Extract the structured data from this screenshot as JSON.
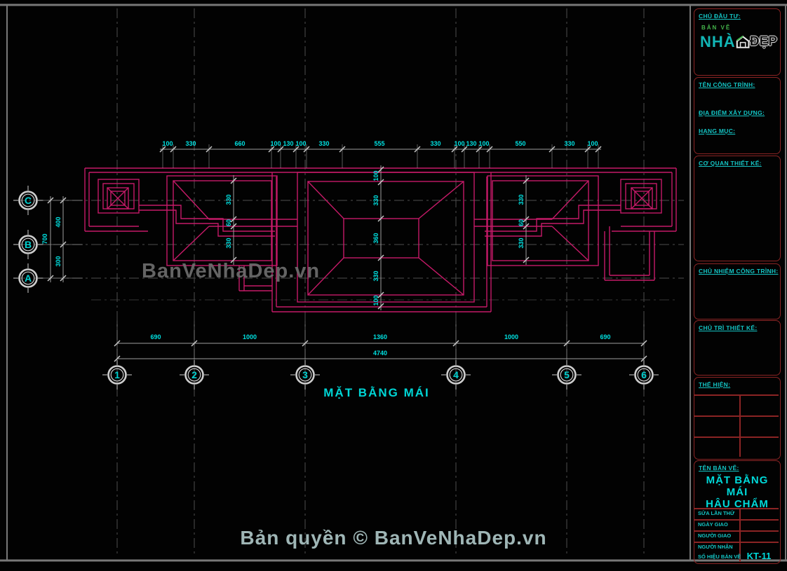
{
  "page": {
    "watermark": "BanVeNhaDep.vn",
    "copyright": "Bản quyền © BanVeNhaDep.vn"
  },
  "plan": {
    "title": "MẶT BẰNG MÁI",
    "grid_rows": [
      "C",
      "B",
      "A"
    ],
    "grid_cols": [
      "1",
      "2",
      "3",
      "4",
      "5",
      "6"
    ],
    "dims": {
      "top": [
        "100",
        "330",
        "660",
        "100",
        "130",
        "100",
        "330",
        "555",
        "330",
        "100",
        "130",
        "100",
        "550",
        "330",
        "100"
      ],
      "left_total": "700",
      "left_upper": "400",
      "left_lower": "300",
      "wing_left": [
        "330",
        "60",
        "330"
      ],
      "center": [
        "100",
        "330",
        "360",
        "330",
        "100"
      ],
      "wing_right": [
        "330",
        "60",
        "330"
      ],
      "bottom": [
        "690",
        "1000",
        "1360",
        "1000",
        "690"
      ],
      "bottom_total": "4740"
    }
  },
  "titleblock": {
    "investor_label": "CHỦ ĐẦU TƯ:",
    "logo": {
      "top": "BẢN VẼ",
      "name": "NHÀ",
      "suffix": "ĐẸP"
    },
    "project_name_label": "TÊN CÔNG TRÌNH:",
    "location_label": "ĐỊA ĐIỂM XÂY DỰNG:",
    "category_label": "HẠNG MỤC:",
    "design_firm_label": "CƠ QUAN THIẾT KẾ:",
    "project_manager_label": "CHỦ NHIỆM CÔNG TRÌNH:",
    "design_lead_label": "CHỦ TRÌ THIẾT KẾ:",
    "presentation_label": "THỂ HIỆN:",
    "drawing_title_label": "TÊN BẢN VẼ:",
    "drawing_title_line1": "MẶT BẰNG MÁI",
    "drawing_title_line2": "HẬU CHẨM",
    "revision_rows": [
      {
        "label": "SỬA LẦN THỨ",
        "value": ""
      },
      {
        "label": "NGÀY GIAO",
        "value": ""
      },
      {
        "label": "NGƯỜI GIAO",
        "value": ""
      },
      {
        "label": "NGƯỜI NHẬN",
        "value": ""
      },
      {
        "label": "SỐ HIỆU BẢN VẼ",
        "value": "KT-11"
      }
    ]
  },
  "colors": {
    "roof_line": "#c51a68",
    "dim_line": "#9e9e9e",
    "dim_text": "#00e0e0",
    "cyan_label": "#14c4c4",
    "box_border": "#8b2424",
    "logo_green": "#44b54c",
    "logo_teal": "#12b5b5",
    "sheet_line": "#787878"
  }
}
